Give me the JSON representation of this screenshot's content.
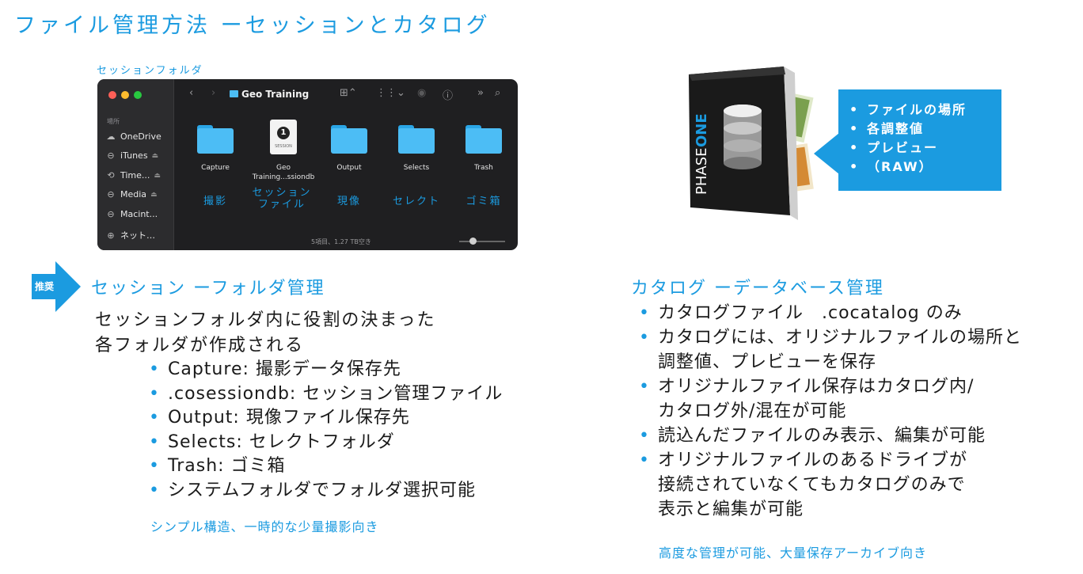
{
  "title": "ファイル管理方法 ーセッションとカタログ",
  "session_folder_label": "セッションフォルダ",
  "finder": {
    "window_title": "Geo Training",
    "sidebar_section": "場所",
    "sidebar_items": [
      {
        "label": "OneDrive",
        "icon": "cloud-icon"
      },
      {
        "label": "iTunes",
        "icon": "drive-icon"
      },
      {
        "label": "Time...",
        "icon": "time-machine-icon"
      },
      {
        "label": "Media",
        "icon": "drive-icon"
      },
      {
        "label": "Macint...",
        "icon": "drive-icon"
      },
      {
        "label": "ネット…",
        "icon": "network-icon"
      }
    ],
    "files": [
      {
        "name": "Capture",
        "jp": "撮影",
        "type": "folder"
      },
      {
        "name": "Geo Training...ssiondb",
        "jp": "セッション ファイル",
        "type": "session"
      },
      {
        "name": "Output",
        "jp": "現像",
        "type": "folder"
      },
      {
        "name": "Selects",
        "jp": "セレクト",
        "type": "folder"
      },
      {
        "name": "Trash",
        "jp": "ゴミ箱",
        "type": "folder"
      }
    ],
    "session_file_line1": "Geo",
    "session_file_line2": "Training...ssiondb",
    "session_jp_line1": "セッション",
    "session_jp_line2": "ファイル",
    "doc_badge": "1",
    "doc_caption": "SESSION",
    "status": "5項目、1.27 TB空き",
    "colors": {
      "folder": "#4cbdf5",
      "window": "#1f1f21",
      "sidebar": "#2c2c2e"
    }
  },
  "recommend_label": "推奨",
  "session": {
    "heading": "セッション ーフォルダ管理",
    "desc_line1": "セッションフォルダ内に役割の決まった",
    "desc_line2": "各フォルダが作成される",
    "bullets": [
      "Capture: 撮影データ保存先",
      ".cosessiondb: セッション管理ファイル",
      "Output: 現像ファイル保存先",
      "Selects: セレクトフォルダ",
      "Trash: ゴミ箱",
      "システムフォルダでフォルダ選択可能"
    ],
    "footnote": "シンプル構造、一時的な少量撮影向き"
  },
  "phaseone": {
    "brand_left": "PHASE",
    "brand_right": "ONE",
    "callout": [
      "ファイルの場所",
      "各調整値",
      "プレビュー",
      "（RAW）"
    ]
  },
  "catalog": {
    "heading": "カタログ ーデータベース管理",
    "b1": "カタログファイル　.cocatalog のみ",
    "b2_l1": "カタログには、オリジナルファイルの場所と",
    "b2_l2": "調整値、プレビューを保存",
    "b3_l1": "オリジナルファイル保存はカタログ内/",
    "b3_l2": "カタログ外/混在が可能",
    "b4": "読込んだファイルのみ表示、編集が可能",
    "b5_l1": "オリジナルファイルのあるドライブが",
    "b5_l2": "接続されていなくてもカタログのみで",
    "b5_l3": "表示と編集が可能",
    "footnote": "高度な管理が可能、大量保存アーカイブ向き"
  },
  "accent_color": "#1b9be0"
}
